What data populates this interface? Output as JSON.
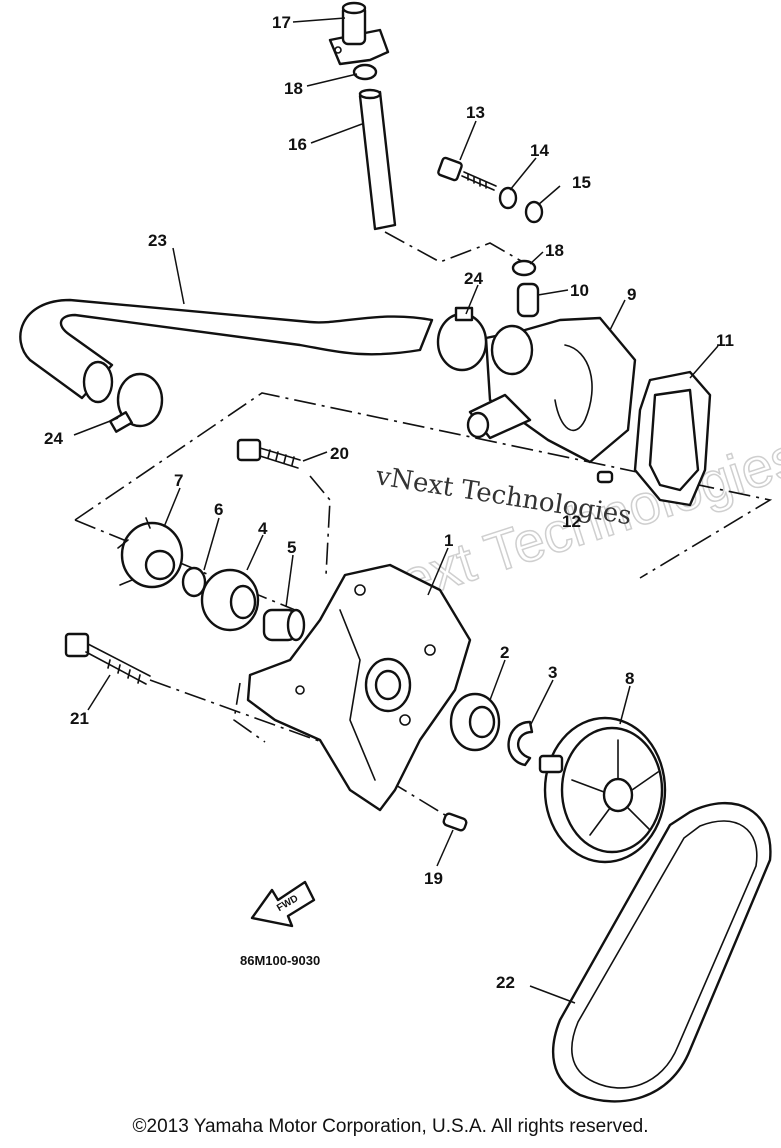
{
  "diagram": {
    "part_code": "86M100-9030",
    "fwd_label": "FWD",
    "callouts": {
      "c1": "1",
      "c2": "2",
      "c3": "3",
      "c4": "4",
      "c5": "5",
      "c6": "6",
      "c7": "7",
      "c8": "8",
      "c9": "9",
      "c10": "10",
      "c11": "11",
      "c12": "12",
      "c13": "13",
      "c14": "14",
      "c15": "15",
      "c16": "16",
      "c17": "17",
      "c18a": "18",
      "c18b": "18",
      "c19": "19",
      "c20": "20",
      "c21": "21",
      "c22": "22",
      "c23": "23",
      "c24a": "24",
      "c24b": "24"
    },
    "watermark": {
      "small": "vNext Technologies",
      "large": "vNext Technologies"
    }
  },
  "footer": {
    "copyright": "©2013 Yamaha Motor Corporation, U.S.A. All rights reserved."
  }
}
